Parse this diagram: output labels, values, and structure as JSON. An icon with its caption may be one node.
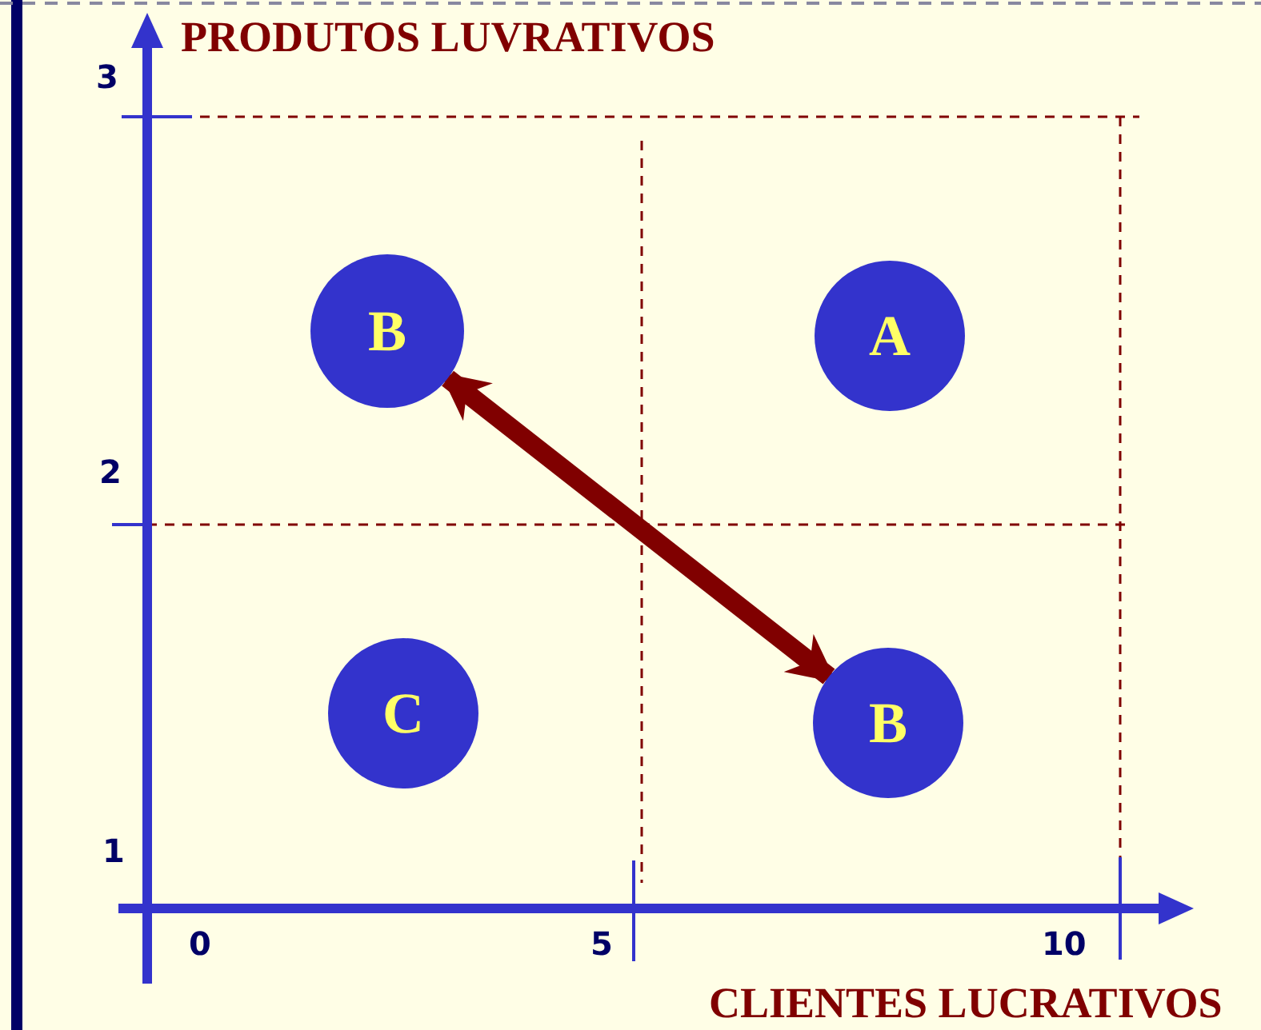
{
  "diagram": {
    "nodes": [
      {
        "text": [
          "B"
        ]
      },
      {
        "text": [
          "A"
        ]
      },
      {
        "text": [
          "C"
        ]
      },
      {
        "text": [
          "B"
        ]
      }
    ],
    "edges": [
      {
        "from": 0,
        "to": 3,
        "arrow": "both",
        "color": "#800000"
      }
    ],
    "labels": [
      "PRODUTOS LUVRATIVOS",
      "3",
      "2",
      "1",
      "0",
      "5",
      "10",
      "CLIENTES LUCRATIVOS"
    ]
  }
}
